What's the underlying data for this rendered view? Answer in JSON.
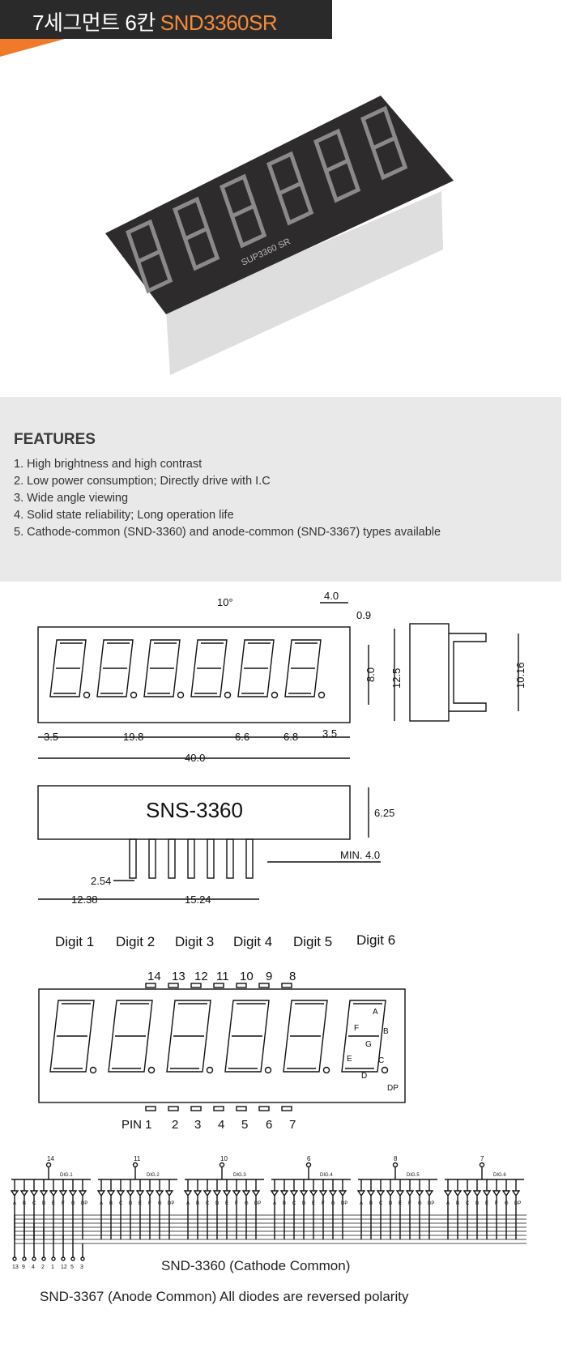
{
  "header": {
    "title": "7세그먼트 6칸",
    "code": "SND3360SR"
  },
  "photo": {
    "part_marking": "SUP3360 SR"
  },
  "features": {
    "heading": "FEATURES",
    "items": [
      "1. High brightness and high contrast",
      "2. Low power consumption; Directly drive with I.C",
      "3. Wide angle viewing",
      "4. Solid state reliability; Long operation life",
      "5. Cathode-common (SND-3360) and anode-common (SND-3367) types available"
    ]
  },
  "dimensions": {
    "angle": "10°",
    "d4": "4.0",
    "d09": "0.9",
    "d80": "8.0",
    "d125": "12.5",
    "d1016": "10.16",
    "d35a": "3.5",
    "d198": "19.8",
    "d66": "6.6",
    "d68": "6.8",
    "d35b": "3.5",
    "d40": "40.0",
    "side_label": "SNS-3360",
    "d625": "6.25",
    "min4": "MIN. 4.0",
    "d254": "2.54",
    "d1238": "12.38",
    "d1524": "15.24"
  },
  "digits": [
    "Digit 1",
    "Digit 2",
    "Digit 3",
    "Digit 4",
    "Digit 5",
    "Digit 6"
  ],
  "pins_top": [
    "14",
    "13",
    "12",
    "11",
    "10",
    "9",
    "8"
  ],
  "pins_bottom": [
    "PIN 1",
    "2",
    "3",
    "4",
    "5",
    "6",
    "7"
  ],
  "segments": [
    "A",
    "B",
    "C",
    "D",
    "E",
    "F",
    "G",
    "DP"
  ],
  "circuit": {
    "digit_labels": [
      "DIG.1",
      "DIG.2",
      "DIG.3",
      "DIG.4",
      "DIG.5",
      "DIG.6"
    ],
    "common_pins": [
      "14",
      "11",
      "10",
      "6",
      "8",
      "7"
    ],
    "segment_pins": [
      "13",
      "9",
      "4",
      "2",
      "1",
      "12",
      "5",
      "3"
    ]
  },
  "captions": {
    "cathode": "SND-3360 (Cathode Common)",
    "anode": "SND-3367 (Anode Common)  All diodes are reversed polarity"
  }
}
